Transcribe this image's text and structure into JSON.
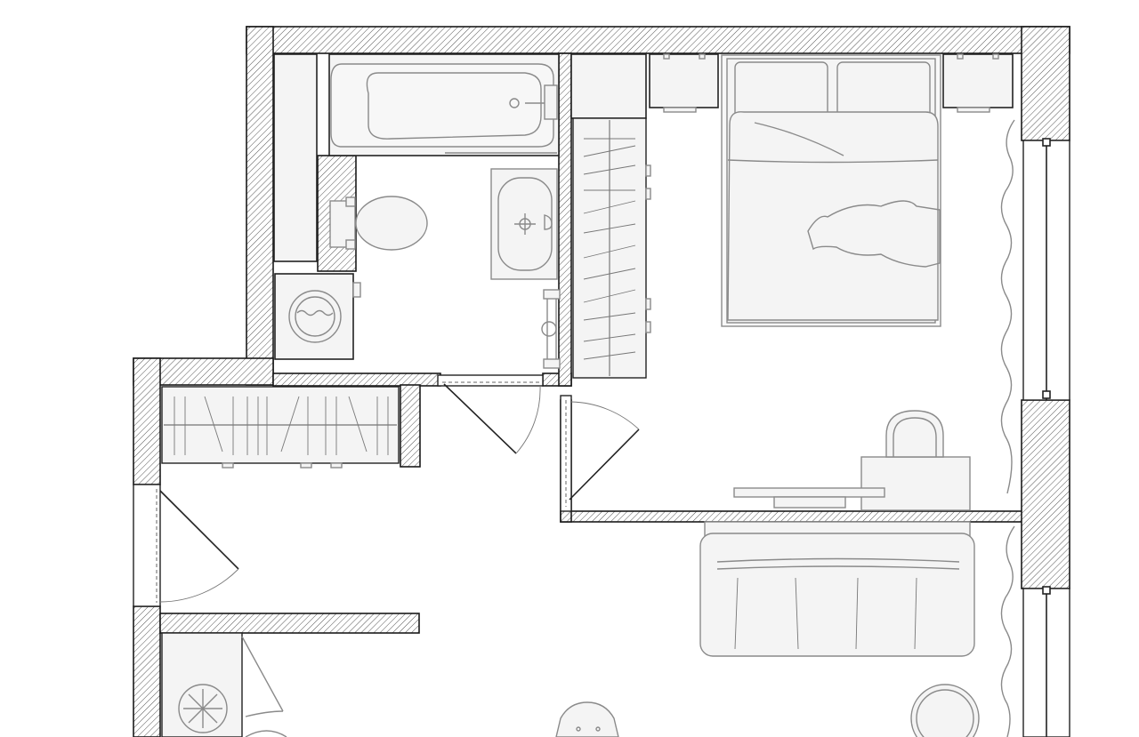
{
  "plan": {
    "rooms": [
      "bathroom",
      "bedroom",
      "hallway",
      "living-room",
      "kitchen"
    ],
    "fixtures": [
      "bathtub",
      "toilet",
      "sink",
      "washing-machine",
      "towel-rail",
      "wardrobe",
      "double-bed",
      "nightstand",
      "desk",
      "chair",
      "sofa",
      "refrigerator",
      "round-table",
      "curtain",
      "window",
      "door"
    ],
    "colors": {
      "wall_outline": "#1a1a1a",
      "hatch": "#555555",
      "furniture_fill": "#f4f4f4",
      "furniture_stroke": "#8a8a8a",
      "background": "#ffffff"
    }
  }
}
